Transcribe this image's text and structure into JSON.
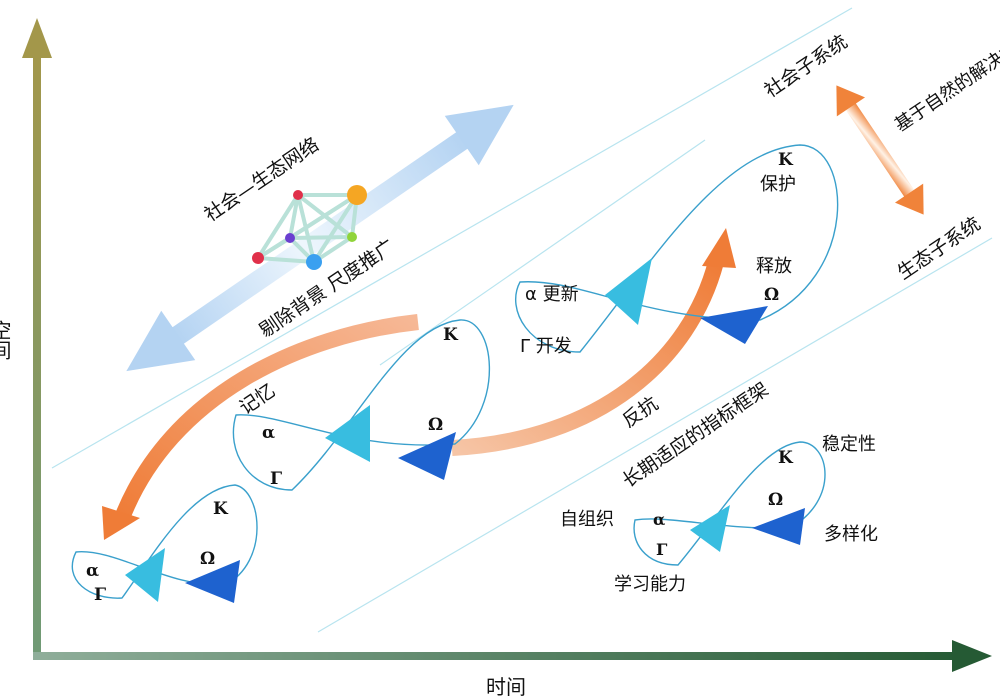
{
  "axes": {
    "x_label": "时间",
    "y_label": "空间"
  },
  "network": {
    "title": "社会—生态网络",
    "subtitle": "剔除背景 尺度推广"
  },
  "subsystems": {
    "social": "社会子系统",
    "ecological": "生态子系统",
    "nbs": "基于自然的解决方案"
  },
  "cycle_small": {
    "alpha": "α",
    "gamma": "Γ",
    "k": "K",
    "omega": "Ω"
  },
  "cycle_mid": {
    "alpha": "α",
    "gamma": "Γ",
    "k": "K",
    "omega": "Ω",
    "memory": "记忆"
  },
  "cycle_top": {
    "alpha": "α 更新",
    "gamma": "Γ 开发",
    "k": "K",
    "protect": "保护",
    "release": "释放",
    "omega": "Ω",
    "revolt": "反抗"
  },
  "indicator": {
    "title": "长期适应的指标框架",
    "alpha": "α",
    "gamma": "Γ",
    "k": "K",
    "omega": "Ω",
    "self_org": "自组织",
    "learning": "学习能力",
    "stability": "稳定性",
    "diversity": "多样化"
  },
  "colors": {
    "axis_y": "#a3974a",
    "axis_x": "#2a5f3a",
    "cycle_line": "#3aa0cc",
    "arrow_light": "#38bde0",
    "arrow_dark": "#1e62cf",
    "orange": "#f0833a",
    "lightblue": "#bcdaf3",
    "node_red": "#e0304a",
    "node_orange": "#f5a623",
    "node_purple": "#6a3fd0",
    "node_green": "#90d43a",
    "node_blue": "#3aa0f0",
    "edge": "#b9e1d8"
  }
}
